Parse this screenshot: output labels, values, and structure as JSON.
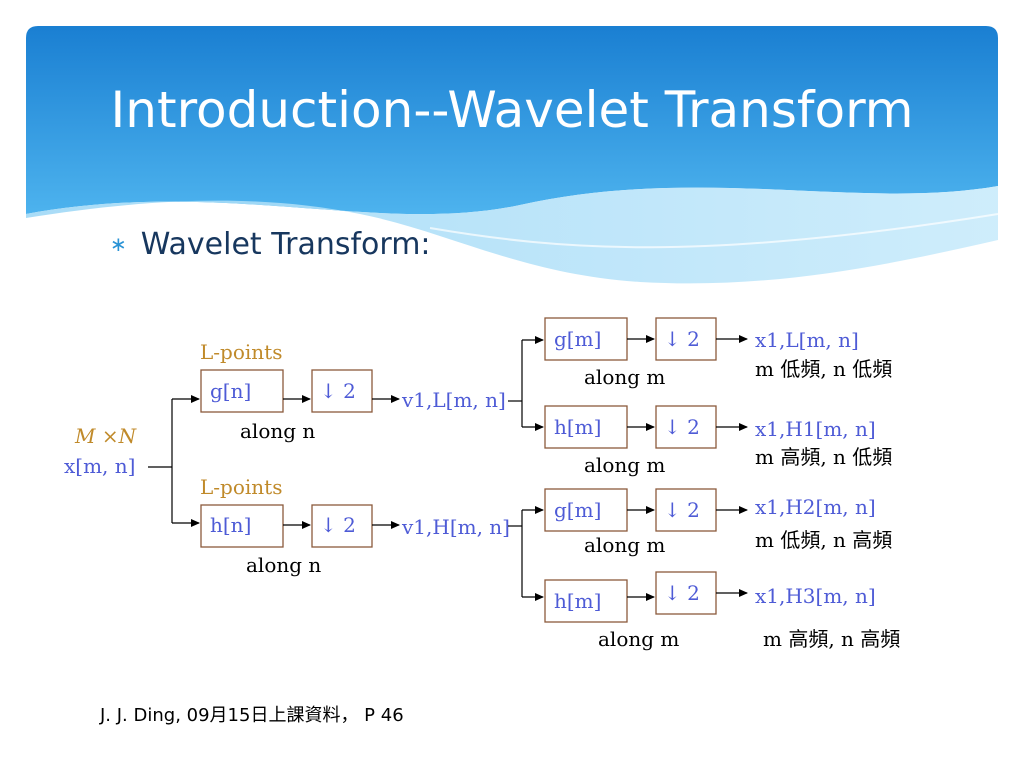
{
  "slide": {
    "title": "Introduction--Wavelet Transform",
    "bullet": {
      "icon": "asterisk-bullet-icon",
      "marker": "∗",
      "text": "Wavelet Transform:"
    },
    "footer": "J. J. Ding, 09月15日上課資料， P 46",
    "colors": {
      "header_top": "#1a7fd2",
      "header_bottom": "#4db3ee",
      "title_text": "#ffffff",
      "bullet_text": "#17375e",
      "block_border": "#8b5a3c",
      "math_blue": "#4e5bd6",
      "lpoints_gold": "#c08a2a"
    }
  },
  "diagram": {
    "input": {
      "size_label": "M ×N",
      "signal": "x[m, n]"
    },
    "stage1": {
      "low": {
        "points_label": "L-points",
        "filter": "g[n]",
        "downsample": "↓ 2",
        "along": "along n",
        "output": "v1,L[m, n]"
      },
      "high": {
        "points_label": "L-points",
        "filter": "h[n]",
        "downsample": "↓ 2",
        "along": "along n",
        "output": "v1,H[m, n]"
      }
    },
    "stage2": [
      {
        "filter": "g[m]",
        "downsample": "↓ 2",
        "along": "along m",
        "output": "x1,L[m, n]",
        "description": "m 低頻, n 低頻"
      },
      {
        "filter": "h[m]",
        "downsample": "↓ 2",
        "along": "along m",
        "output": "x1,H1[m, n]",
        "description": "m 高頻, n 低頻"
      },
      {
        "filter": "g[m]",
        "downsample": "↓ 2",
        "along": "along m",
        "output": "x1,H2[m, n]",
        "description": "m 低頻, n 高頻"
      },
      {
        "filter": "h[m]",
        "downsample": "↓ 2",
        "along": "along m",
        "output": "x1,H3[m, n]",
        "description": "m 高頻, n 高頻"
      }
    ]
  }
}
